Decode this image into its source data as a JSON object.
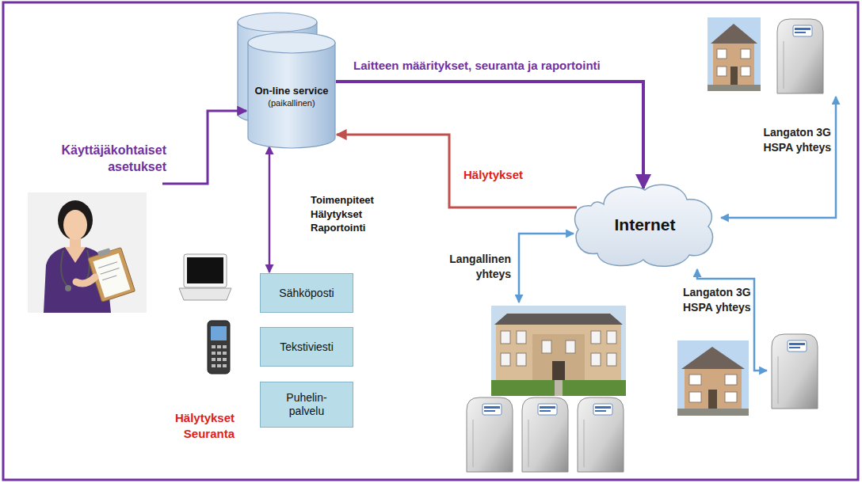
{
  "diagram": {
    "nodes": [
      {
        "text": [
          "On-line service",
          "(paikallinen)"
        ]
      },
      {
        "text": [
          "Internet"
        ]
      },
      {
        "text": [
          "Sähköposti"
        ]
      },
      {
        "text": [
          "Tekstiviesti"
        ]
      },
      {
        "text": [
          "Puhelin- palvelu"
        ]
      }
    ],
    "edges": [
      {
        "from": 0,
        "to": 1,
        "arrow": "to",
        "label": "Laitteen määritykset, seuranta ja raportointi"
      },
      {
        "from": 1,
        "to": 0,
        "arrow": "to",
        "label": "Hälytykset"
      },
      {
        "from": 0,
        "to": 2,
        "arrow": "both",
        "label": "Toimenpiteet Hälytykset Raportointi"
      }
    ],
    "labels": [
      "Käyttäjäkohtaiset asetukset",
      "Langaton 3G HSPA yhteys",
      "Langallinen yhteys",
      "Langaton 3G HSPA yhteys",
      "Hälytykset Seuranta"
    ]
  }
}
